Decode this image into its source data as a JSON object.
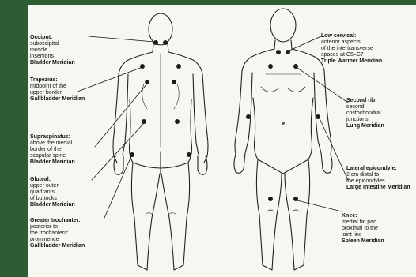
{
  "labels": {
    "occiput": {
      "title": "Occiput:",
      "lines": [
        "suboccipital",
        "muscle",
        "insertions"
      ],
      "meridian": "Bladder Meridian"
    },
    "trapezius": {
      "title": "Trapezius:",
      "lines": [
        "midpoint of the",
        "upper border"
      ],
      "meridian": "Gallbladder Meridian"
    },
    "supraspinatus": {
      "title": "Supraspinatus:",
      "lines": [
        "above the medial",
        "border of the",
        "scapular spine"
      ],
      "meridian": "Bladder Meridian"
    },
    "gluteal": {
      "title": "Gluteal:",
      "lines": [
        "upper outer",
        "quadrants",
        "of buttocks"
      ],
      "meridian": "Bladder Meridian"
    },
    "trochanter": {
      "title": "Greater trochanter:",
      "lines": [
        "posterior to",
        "the trochanteric",
        "prominence"
      ],
      "meridian": "Gallbladder Meridian"
    },
    "low_cervical": {
      "title": "Low cervical:",
      "lines": [
        "anterior aspects",
        "of the intertransverse",
        "spaces at C5–C7"
      ],
      "meridian": "Triple Warmer Meridian"
    },
    "second_rib": {
      "title": "Second rib:",
      "lines": [
        "second",
        "costochondral",
        "junctions"
      ],
      "meridian": "Lung Meridian"
    },
    "lateral_epicondyle": {
      "title": "Lateral epicondyle:",
      "lines": [
        "2 cm distal to",
        "the epicondyles"
      ],
      "meridian": "Large Intestine Meridian"
    },
    "knee": {
      "title": "Knee:",
      "lines": [
        "medial fat pad",
        "proximal to the",
        "joint line"
      ],
      "meridian": "Spleen Meridian"
    }
  },
  "colors": {
    "frame": "#2f5d33",
    "panel": "#f7f7f2",
    "ink": "#111111",
    "point": "#1a1a1a"
  }
}
